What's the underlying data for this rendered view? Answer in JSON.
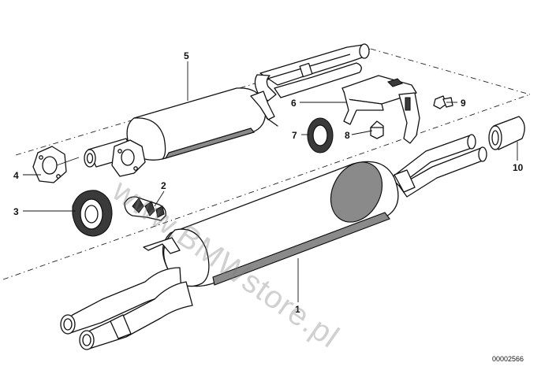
{
  "callouts": [
    {
      "id": "1",
      "label": "1"
    },
    {
      "id": "2",
      "label": "2"
    },
    {
      "id": "3",
      "label": "3"
    },
    {
      "id": "4",
      "label": "4"
    },
    {
      "id": "5",
      "label": "5"
    },
    {
      "id": "6",
      "label": "6"
    },
    {
      "id": "7",
      "label": "7"
    },
    {
      "id": "8",
      "label": "8"
    },
    {
      "id": "9",
      "label": "9"
    },
    {
      "id": "10",
      "label": "10"
    }
  ],
  "watermark": "www.BMWstore.pl",
  "document_number": "00002566"
}
